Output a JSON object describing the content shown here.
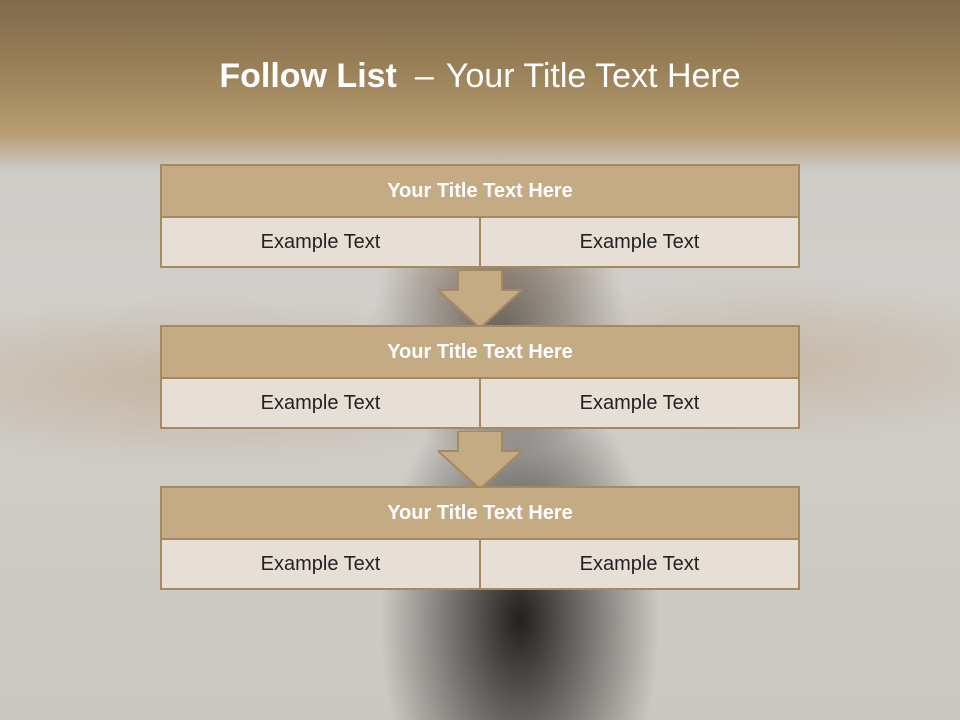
{
  "title": {
    "bold": "Follow List",
    "separator": "–",
    "rest": "Your Title Text Here"
  },
  "blocks": [
    {
      "heading": "Your Title Text Here",
      "left": "Example Text",
      "right": "Example Text"
    },
    {
      "heading": "Your Title Text Here",
      "left": "Example Text",
      "right": "Example Text"
    },
    {
      "heading": "Your Title Text Here",
      "left": "Example Text",
      "right": "Example Text"
    }
  ],
  "colors": {
    "accent": "#c4ab84",
    "border": "#a5895f",
    "cell": "#e7dfd6",
    "header_band": "#9a8058"
  }
}
